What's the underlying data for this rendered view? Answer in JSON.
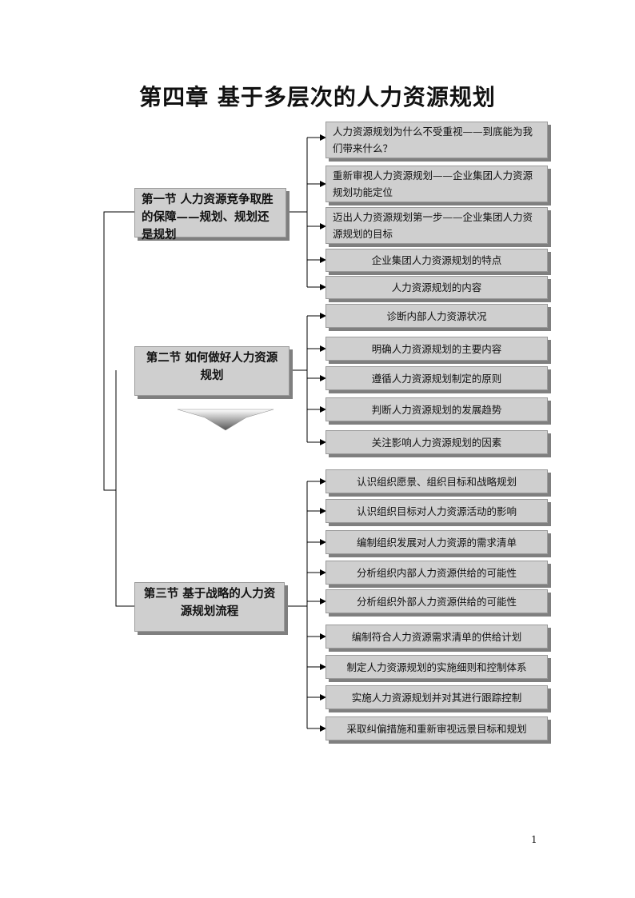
{
  "title": "第四章  基于多层次的人力资源规划",
  "page_number": "1",
  "sections": [
    {
      "label": "第一节  人力资源竞争取胜的保障——规划、规划还是规划",
      "items": [
        "人力资源规划为什么不受重视——到底能为我们带来什么？",
        "重新审视人力资源规划——企业集团人力资源规划功能定位",
        "迈出人力资源规划第一步——企业集团人力资源规划的目标",
        "企业集团人力资源规划的特点",
        "人力资源规划的内容"
      ]
    },
    {
      "label": "第二节  如何做好人力资源规划",
      "items": [
        "诊断内部人力资源状况",
        "明确人力资源规划的主要内容",
        "遵循人力资源规划制定的原则",
        "判断人力资源规划的发展趋势",
        "关注影响人力资源规划的因素"
      ]
    },
    {
      "label": "第三节  基于战略的人力资源规划流程",
      "items": [
        "认识组织愿景、组织目标和战略规划",
        "认识组织目标对人力资源活动的影响",
        "编制组织发展对人力资源的需求清单",
        "分析组织内部人力资源供给的可能性",
        "分析组织外部人力资源供给的可能性",
        "编制符合人力资源需求清单的供给计划",
        "制定人力资源规划的实施细则和控制体系",
        "实施人力资源规划并对其进行跟踪控制",
        "采取纠偏措施和重新审视远景目标和规划"
      ]
    }
  ]
}
